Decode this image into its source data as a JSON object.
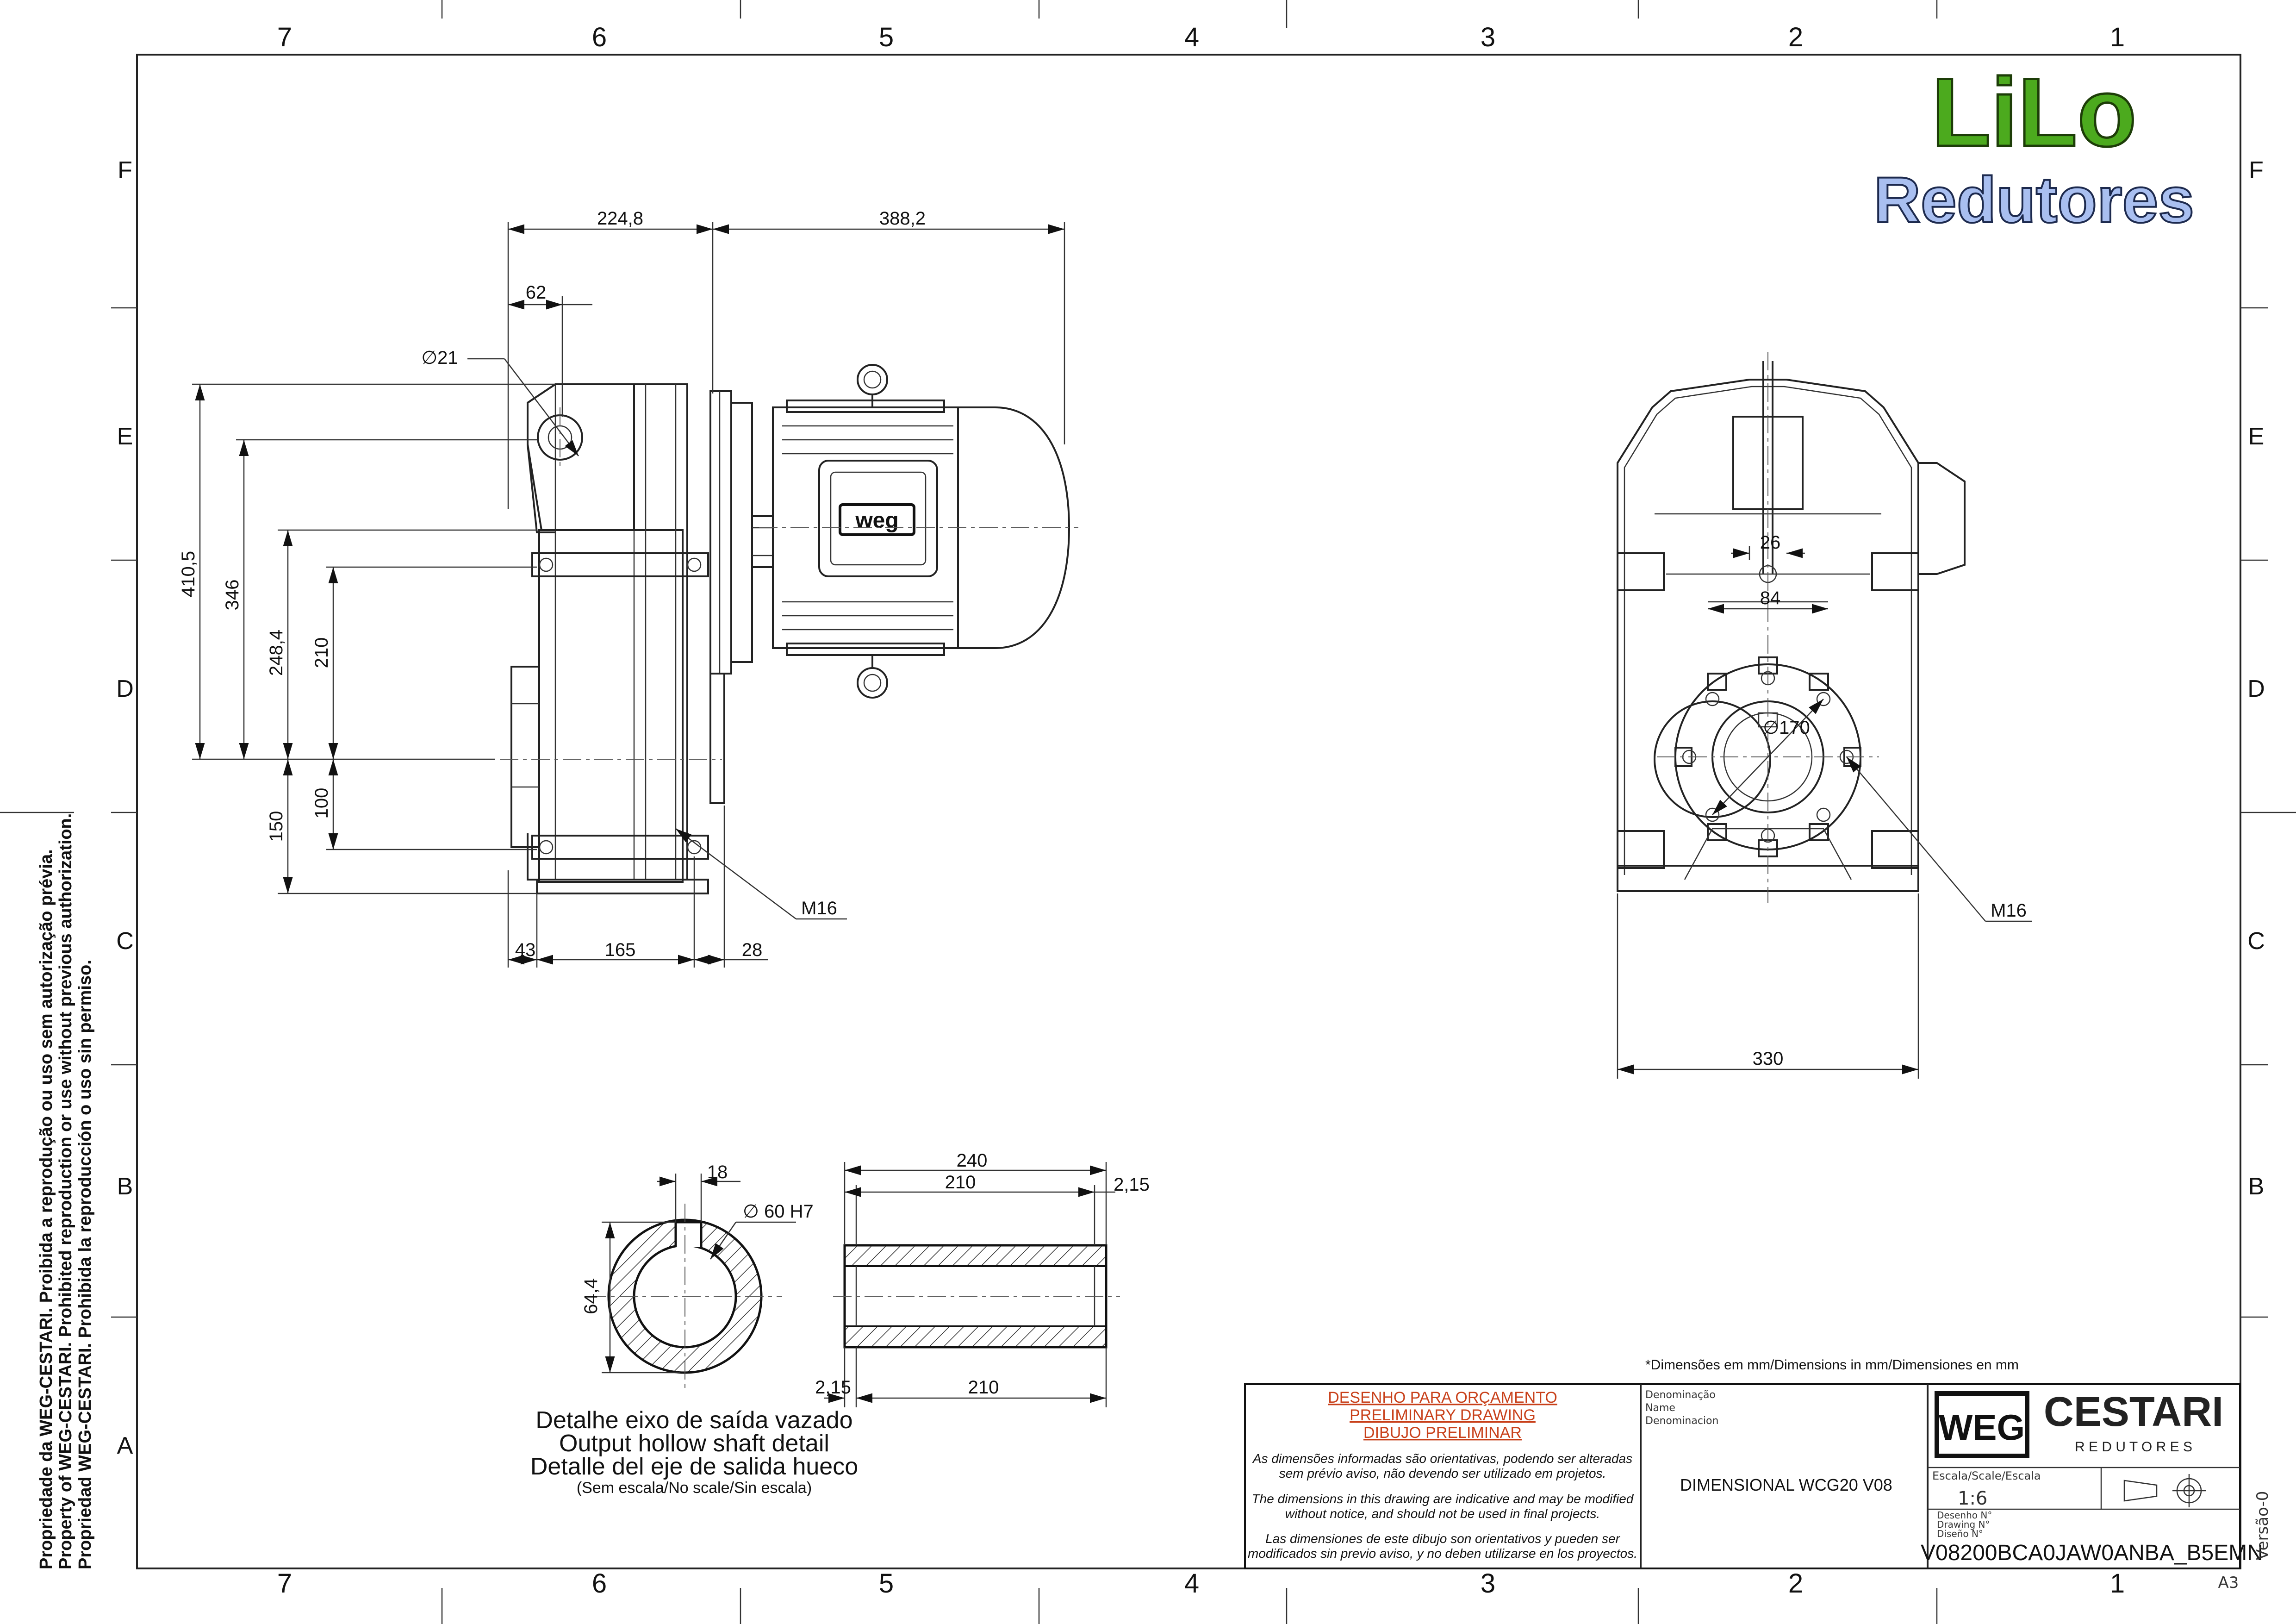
{
  "grid": {
    "columns": [
      "7",
      "6",
      "5",
      "4",
      "3",
      "2",
      "1"
    ],
    "rows": [
      "F",
      "E",
      "D",
      "C",
      "B",
      "A"
    ]
  },
  "logo": {
    "line1": "LiLo",
    "line2": "Redutores",
    "color1": "#4caa1e",
    "color2": "#8fa8e8"
  },
  "side_margin_note": [
    "Propriedade da WEG-CESTARI. Proibida a reprodução ou uso sem autorização prévia.",
    "Property of WEG-CESTARI. Prohibited reproduction or use without previous authorization.",
    "Propriedad WEG-CESTARI. Prohibida la reproducción o uso sin permiso."
  ],
  "side_view": {
    "dims": {
      "top_left": "224,8",
      "top_right": "388,2",
      "d62": "62",
      "dia21": "∅21",
      "v410": "410,5",
      "v346": "346",
      "v248": "248,4",
      "v210": "210",
      "v150": "150",
      "v100": "100",
      "b43": "43",
      "b165": "165",
      "b28": "28",
      "m16": "M16"
    },
    "motor_brand": "weg"
  },
  "front_view": {
    "dims": {
      "d26": "26",
      "d84": "84",
      "dia170": "∅170",
      "m16": "M16",
      "w330": "330"
    }
  },
  "shaft_detail": {
    "dims": {
      "d18": "18",
      "dia60": "∅ 60 H7",
      "d644": "64,4",
      "d240": "240",
      "d210top": "210",
      "d215top": "2,15",
      "d215bot": "2,15",
      "d210bot": "210"
    },
    "caption": [
      "Detalhe eixo de saída vazado",
      "Output hollow shaft detail",
      "Detalle del eje de salida hueco"
    ],
    "scale_note": "(Sem escala/No scale/Sin escala)"
  },
  "units_note": "*Dimensões em mm/Dimensions in mm/Dimensiones en mm",
  "title_block": {
    "preliminary": [
      "DESENHO PARA ORÇAMENTO",
      "PRELIMINARY DRAWING",
      "DIBUJO PRELIMINAR"
    ],
    "disclaimer_pt": [
      "As dimensões informadas são orientativas, podendo ser alteradas",
      "sem prévio aviso, não devendo ser utilizado em projetos."
    ],
    "disclaimer_en": [
      "The dimensions in this drawing are indicative and may be modified",
      "without notice, and should not be used in final projects."
    ],
    "disclaimer_es": [
      "Las dimensiones de este dibujo son orientativos y pueden ser",
      "modificados sin previo aviso, y no deben utilizarse en los proyectos."
    ],
    "denomination_labels": [
      "Denominação",
      "Name",
      "Denominacion"
    ],
    "denomination": "DIMENSIONAL WCG20 V08",
    "brand": "CESTARI",
    "brand_sub": "R E D U T O R E S",
    "weg": "WEG",
    "scale_label": "Escala/Scale/Escala",
    "scale": "1:6",
    "drawing_no_labels": [
      "Desenho  N°",
      "Drawing  N°",
      "Diseño  N°"
    ],
    "drawing_no": "V08200BCA0JAW0ANBA_B5EMN",
    "version": "Versão-0",
    "sheet": "A3"
  }
}
